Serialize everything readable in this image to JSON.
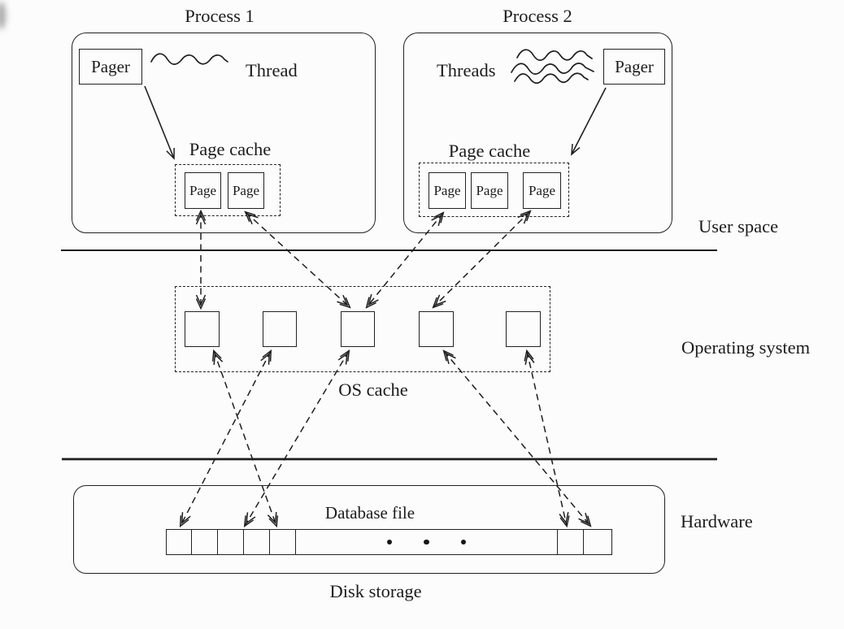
{
  "colors": {
    "ink": "#1e1e1e",
    "background": "#fcfcfc"
  },
  "layers": {
    "user_space_label": "User space",
    "operating_system_label": "Operating system",
    "hardware_label": "Hardware"
  },
  "process1": {
    "title": "Process 1",
    "pager_label": "Pager",
    "thread_label": "Thread",
    "page_cache_label": "Page cache",
    "pages": [
      "Page",
      "Page"
    ]
  },
  "process2": {
    "title": "Process 2",
    "pager_label": "Pager",
    "threads_label": "Threads",
    "page_cache_label": "Page cache",
    "pages": [
      "Page",
      "Page",
      "Page"
    ]
  },
  "os_cache_label": "OS cache",
  "disk": {
    "database_file_label": "Database file",
    "disk_storage_label": "Disk storage"
  }
}
